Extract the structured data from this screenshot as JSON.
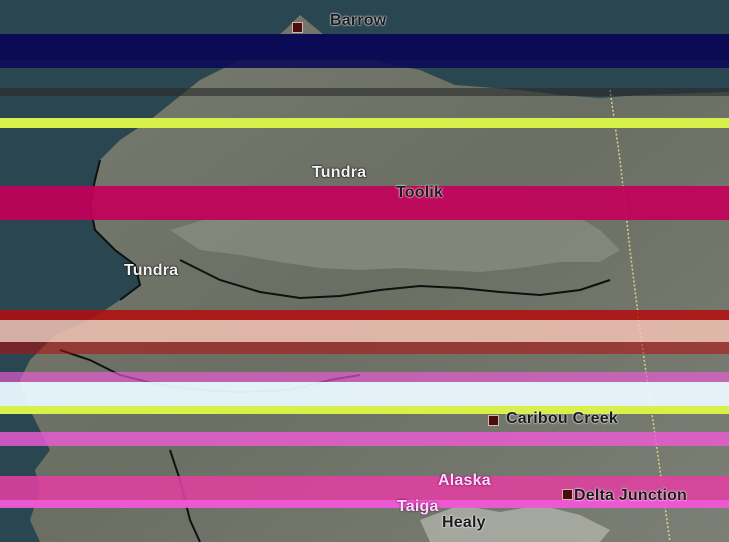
{
  "map": {
    "places": [
      {
        "id": "barrow",
        "name": "Barrow",
        "style": "dark"
      },
      {
        "id": "tundra1",
        "name": "Tundra",
        "style": "light"
      },
      {
        "id": "toolik",
        "name": "Toolik",
        "style": "dark"
      },
      {
        "id": "tundra2",
        "name": "Tundra",
        "style": "light"
      },
      {
        "id": "caribou",
        "name": "Caribou Creek",
        "style": "dark"
      },
      {
        "id": "alaska",
        "name": "Alaska",
        "style": "pink"
      },
      {
        "id": "taiga",
        "name": "Taiga",
        "style": "pink"
      },
      {
        "id": "delta",
        "name": "Delta Junction",
        "style": "dark"
      },
      {
        "id": "healy",
        "name": "Healy",
        "style": "dark"
      }
    ],
    "colors": {
      "ocean": "#2a4650",
      "land": "#6f7367",
      "land_dark": "#5b6056",
      "border": "#101010",
      "glitch_navy": "#0b0b55",
      "glitch_yellow": "#d7f04a",
      "glitch_magenta": "#c2005a",
      "glitch_pink": "#f05ad8"
    }
  }
}
